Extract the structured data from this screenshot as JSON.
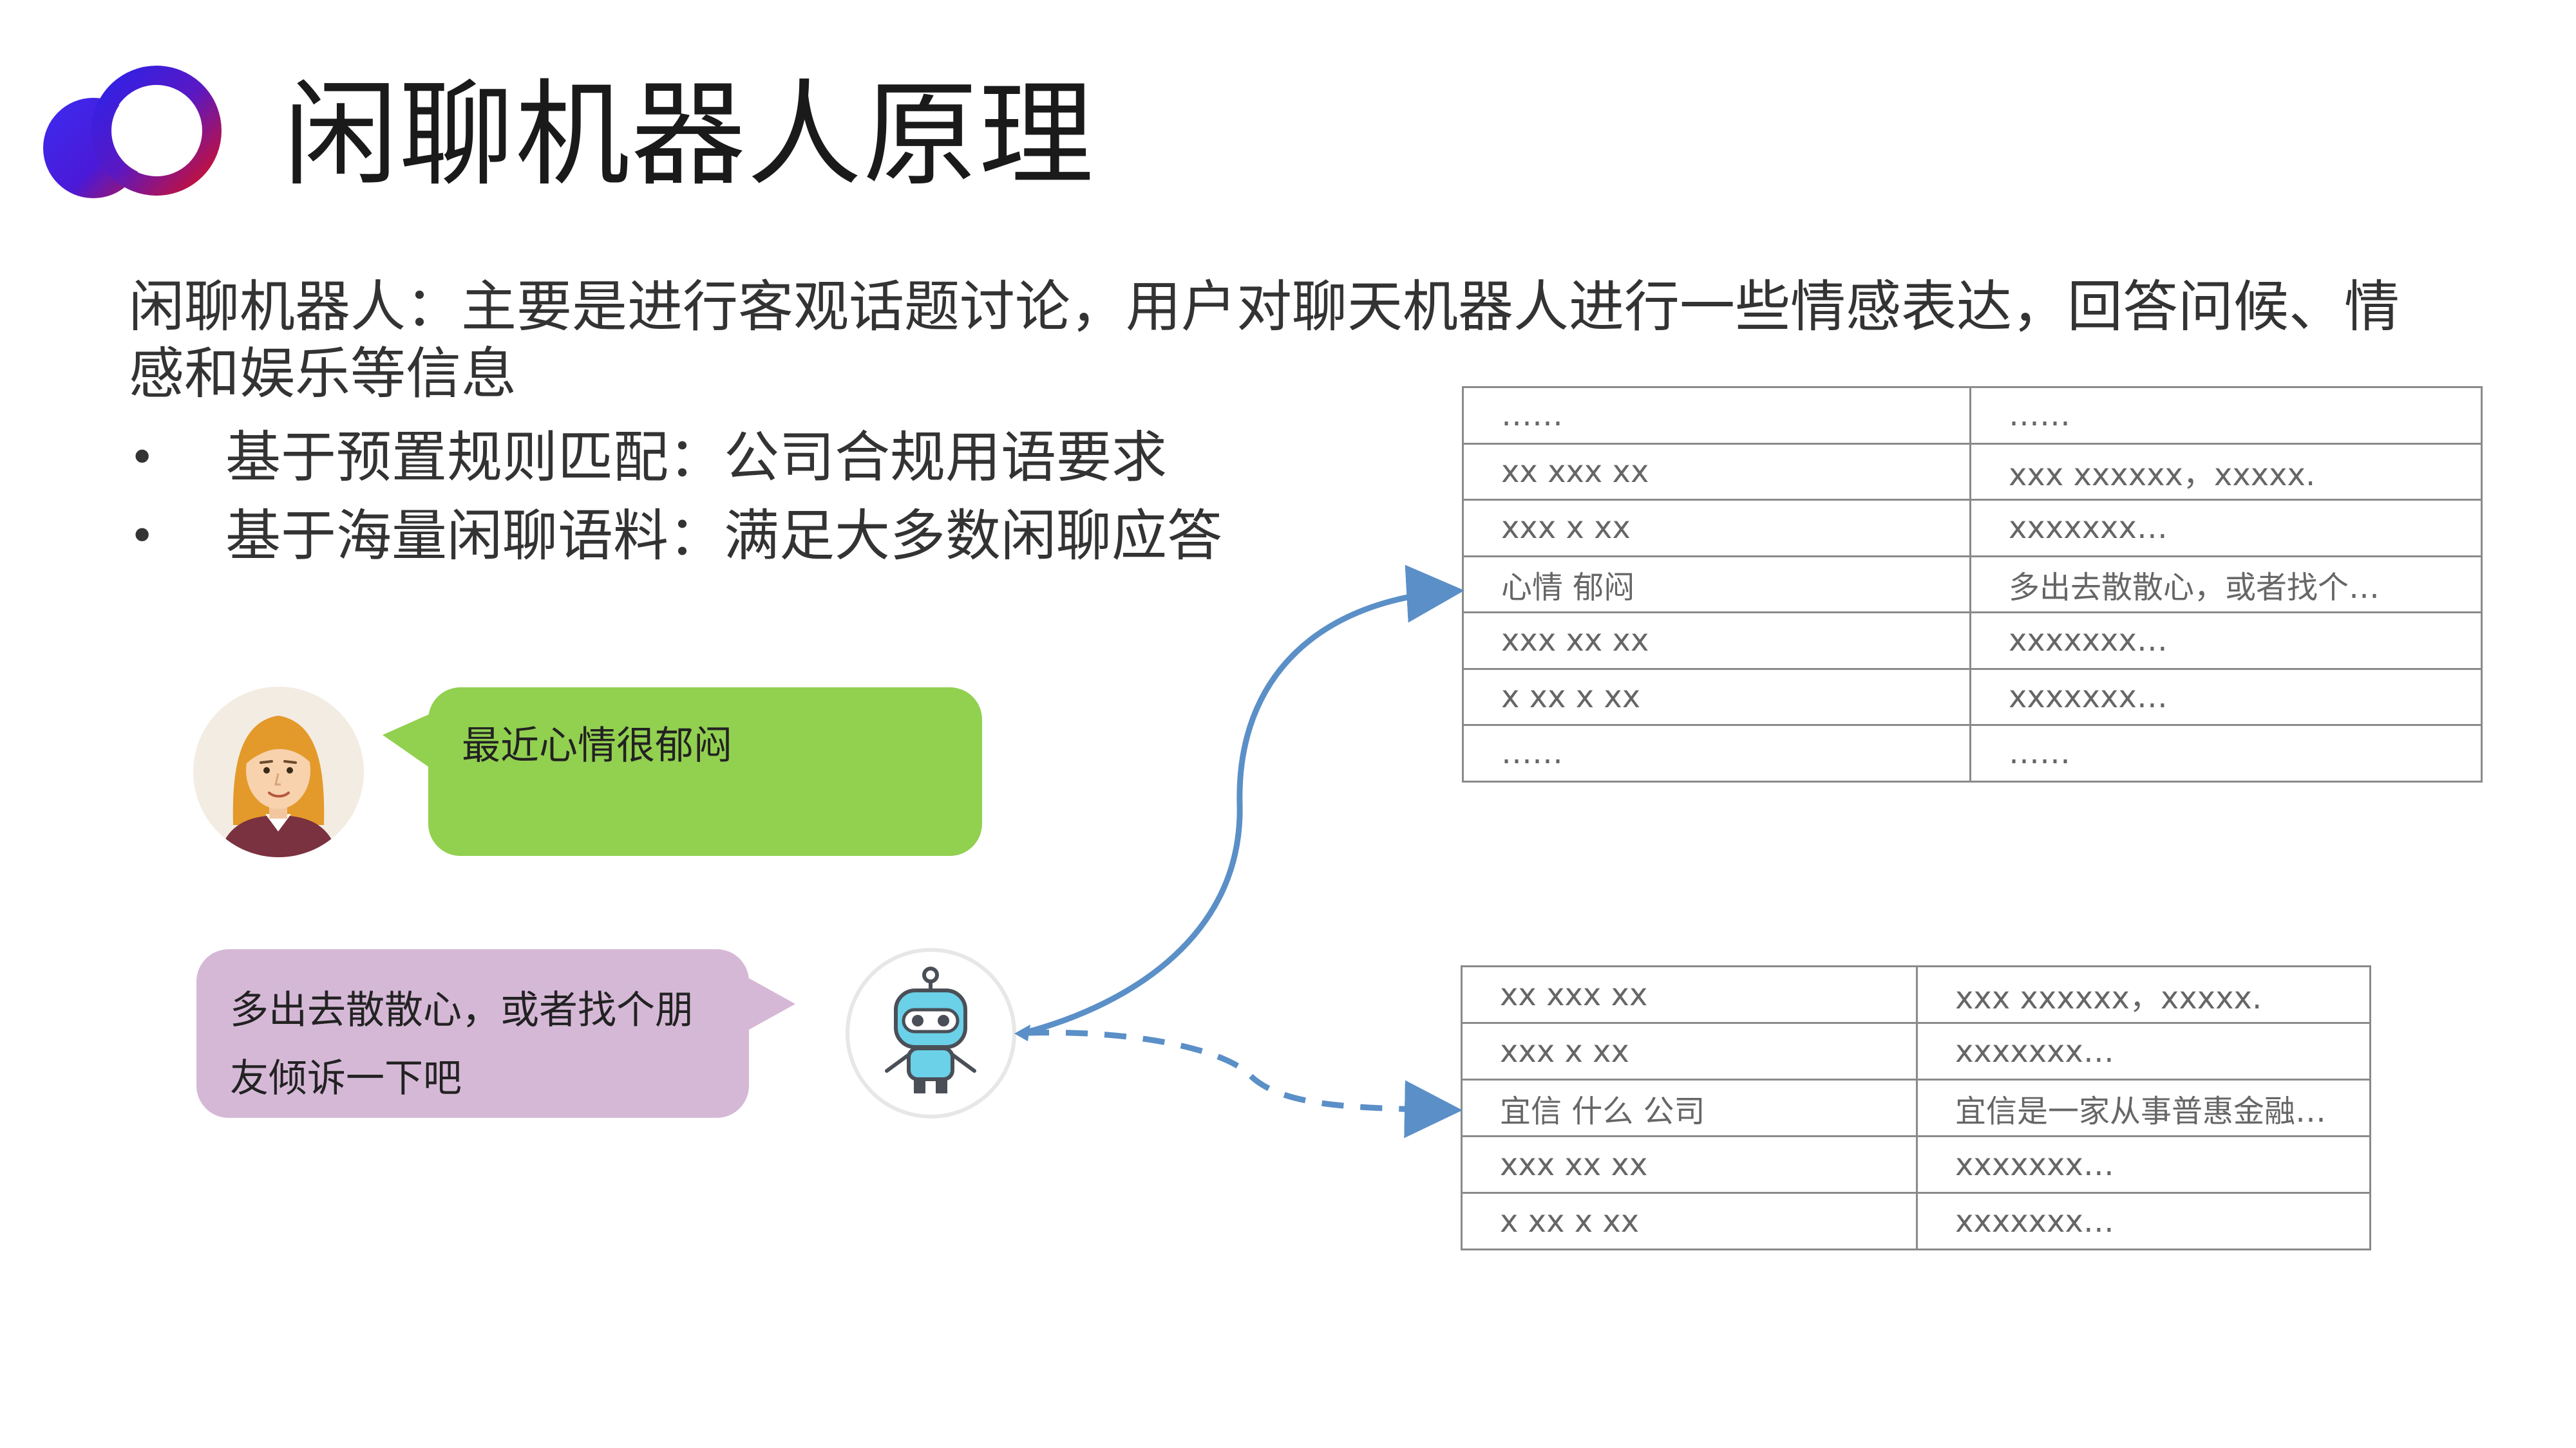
{
  "slide": {
    "title": "闲聊机器人原理",
    "intro": "闲聊机器人：主要是进行客观话题讨论，用户对聊天机器人进行一些情感表达，回答问候、情感和娱乐等信息",
    "bullet_marker": "•",
    "bullets": [
      "基于预置规则匹配：公司合规用语要求",
      "基于海量闲聊语料：满足大多数闲聊应答"
    ]
  },
  "chat": {
    "user_message": "最近心情很郁闷",
    "bot_reply": "多出去散散心，或者找个朋友倾诉一下吧"
  },
  "corpus_table": {
    "rows": [
      [
        "……",
        "……"
      ],
      [
        "xx xxx xx",
        "xxx xxxxxx，xxxxx."
      ],
      [
        "xxx x xx",
        "xxxxxxx…"
      ],
      [
        "心情  郁闷",
        "多出去散散心，或者找个…"
      ],
      [
        "xxx xx xx",
        "xxxxxxx…"
      ],
      [
        "x xx x xx",
        "xxxxxxx…"
      ],
      [
        "……",
        "……"
      ]
    ]
  },
  "rules_table": {
    "rows": [
      [
        "xx xxx xx",
        "xxx xxxxxx，xxxxx."
      ],
      [
        "xxx x xx",
        "xxxxxxx…"
      ],
      [
        "宜信  什么  公司",
        "宜信是一家从事普惠金融…"
      ],
      [
        "xxx xx xx",
        "xxxxxxx…"
      ],
      [
        "x xx x xx",
        "xxxxxxx…"
      ]
    ]
  },
  "colors": {
    "user_bubble": "#92d050",
    "bot_bubble": "#d5b8d6",
    "arrow": "#5b8fc7",
    "logo_blue": "#2a20e0",
    "logo_red": "#c8102e"
  },
  "icons": {
    "logo": "overlapping-circles-logo",
    "user": "woman-avatar-icon",
    "bot": "robot-icon"
  }
}
